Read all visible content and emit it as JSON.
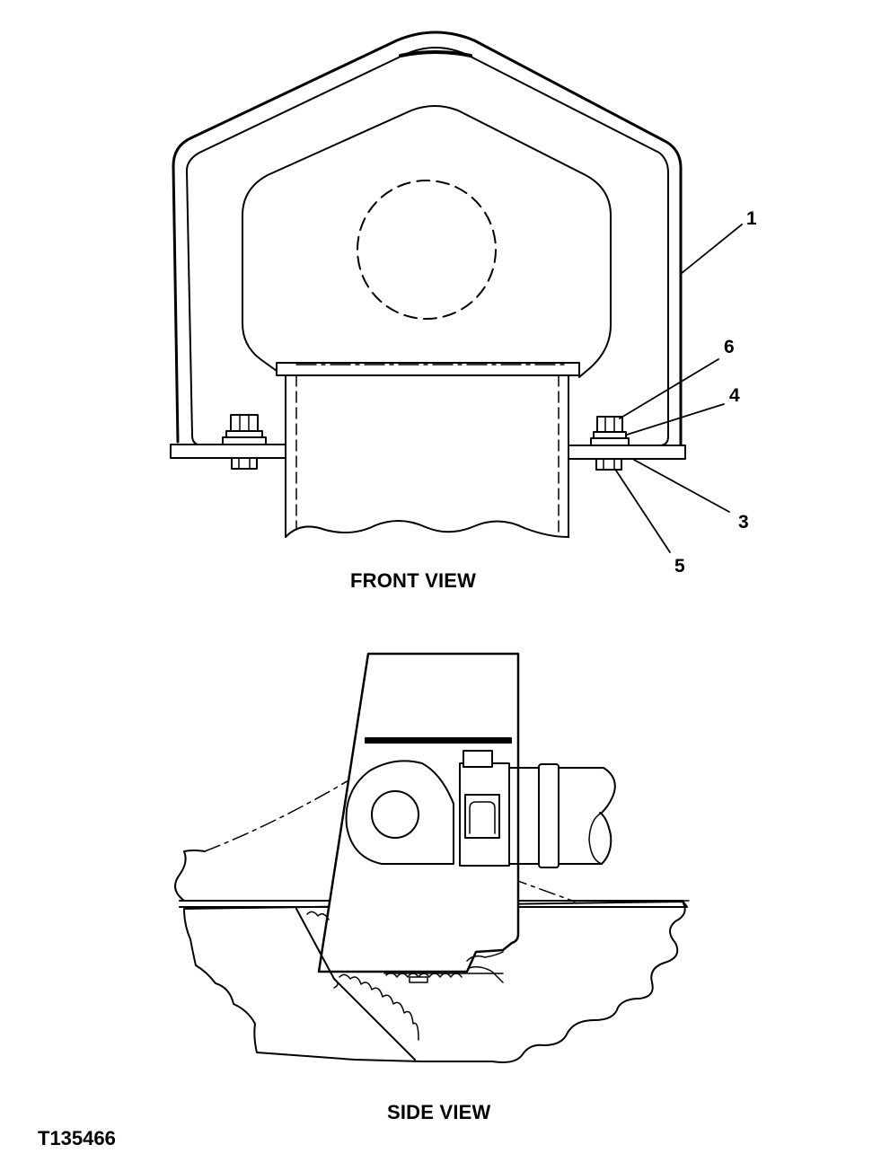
{
  "figure_id": "T135466",
  "views": {
    "front": {
      "caption": "FRONT VIEW"
    },
    "side": {
      "caption": "SIDE VIEW"
    }
  },
  "callouts": {
    "c1": "1",
    "c3": "3",
    "c4": "4",
    "c5": "5",
    "c6": "6"
  },
  "colors": {
    "ink": "#000000",
    "paper": "#ffffff"
  }
}
